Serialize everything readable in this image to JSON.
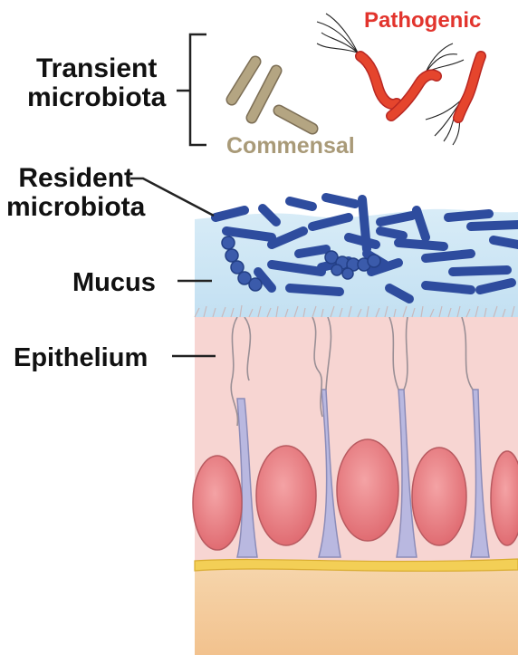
{
  "labels": {
    "transient_line1": "Transient",
    "transient_line2": "microbiota",
    "pathogenic": "Pathogenic",
    "commensal": "Commensal",
    "resident_line1": "Resident",
    "resident_line2": "microbiota",
    "mucus": "Mucus",
    "epithelium": "Epithelium"
  },
  "colors": {
    "pathogenic": "#e2342d",
    "commensal": "#a99a78",
    "resident": "#3a5aa8",
    "mucus": "#cfe6f4",
    "epithelium": "#f6d2cf",
    "nucleus": "#e87e82",
    "basement": "#f0c64a",
    "lamina": "#f7d4a8"
  }
}
